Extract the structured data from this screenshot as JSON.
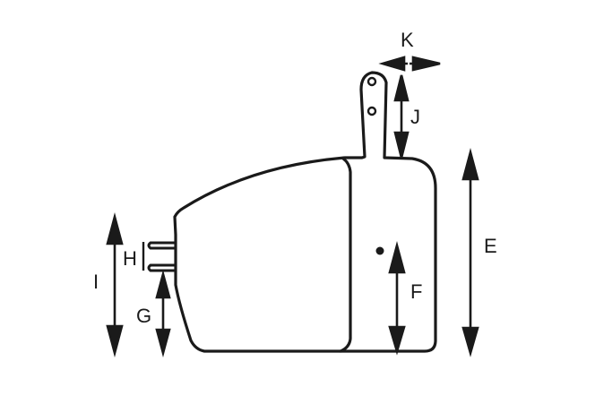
{
  "diagram": {
    "type": "dimension-drawing",
    "subject": "device side profile",
    "stroke_color": "#1a1a1a",
    "background": "#ffffff",
    "labels": {
      "E": "E",
      "F": "F",
      "G": "G",
      "H": "H",
      "I": "I",
      "J": "J",
      "K": "K"
    }
  }
}
